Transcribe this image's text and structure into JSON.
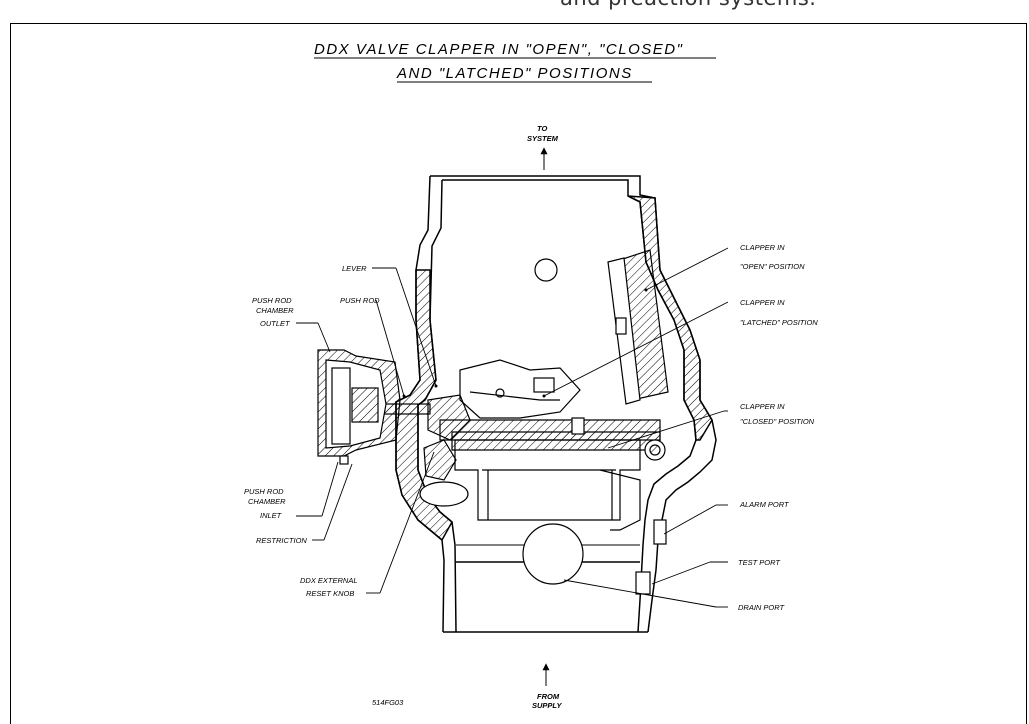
{
  "header": {
    "caption": "and preaction systems."
  },
  "title": {
    "line1": "DDX VALVE CLAPPER IN \"OPEN\", \"CLOSED\"",
    "line2": "AND \"LATCHED\" POSITIONS"
  },
  "flow": {
    "top_line1": "TO",
    "top_line2": "SYSTEM",
    "bottom_line1": "FROM",
    "bottom_line2": "SUPPLY"
  },
  "labels": {
    "lever": "LEVER",
    "push_rod": "PUSH ROD",
    "chamber_outlet_1": "PUSH ROD",
    "chamber_outlet_2": "CHAMBER",
    "chamber_outlet_3": "OUTLET",
    "chamber_inlet_1": "PUSH ROD",
    "chamber_inlet_2": "CHAMBER",
    "chamber_inlet_3": "INLET",
    "restriction": "RESTRICTION",
    "reset_knob_1": "DDX EXTERNAL",
    "reset_knob_2": "RESET KNOB",
    "clapper_open_1": "CLAPPER IN",
    "clapper_open_2": "\"OPEN\" POSITION",
    "clapper_latched_1": "CLAPPER IN",
    "clapper_latched_2": "\"LATCHED\" POSITION",
    "clapper_closed_1": "CLAPPER IN",
    "clapper_closed_2": "\"CLOSED\" POSITION",
    "alarm_port": "ALARM PORT",
    "test_port": "TEST PORT",
    "drain_port": "DRAIN PORT"
  },
  "figure_id": "514FG03"
}
